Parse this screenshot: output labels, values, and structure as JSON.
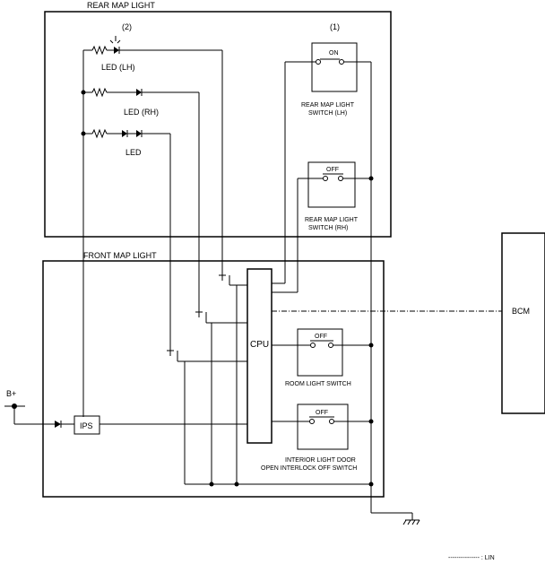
{
  "labels": {
    "rear_map_light": "REAR MAP LIGHT",
    "front_map_light": "FRONT MAP LIGHT",
    "ref_1": "(1)",
    "ref_2": "(2)",
    "led_lh": "LED (LH)",
    "led_rh": "LED (RH)",
    "led": "LED",
    "switch_lh_state": "ON",
    "switch_lh_name_1": "REAR MAP LIGHT",
    "switch_lh_name_2": "SWITCH (LH)",
    "switch_rh_state": "OFF",
    "switch_rh_name_1": "REAR MAP LIGHT",
    "switch_rh_name_2": "SWITCH (RH)",
    "cpu": "CPU",
    "room_switch_state": "OFF",
    "room_switch_name": "ROOM LIGHT SWITCH",
    "door_switch_state": "OFF",
    "door_switch_name_1": "INTERIOR LIGHT DOOR",
    "door_switch_name_2": "OPEN INTERLOCK OFF SWITCH",
    "bplus": "B+",
    "ips": "IPS",
    "bcm": "BCM",
    "lin_legend": "--------------- : LIN"
  }
}
